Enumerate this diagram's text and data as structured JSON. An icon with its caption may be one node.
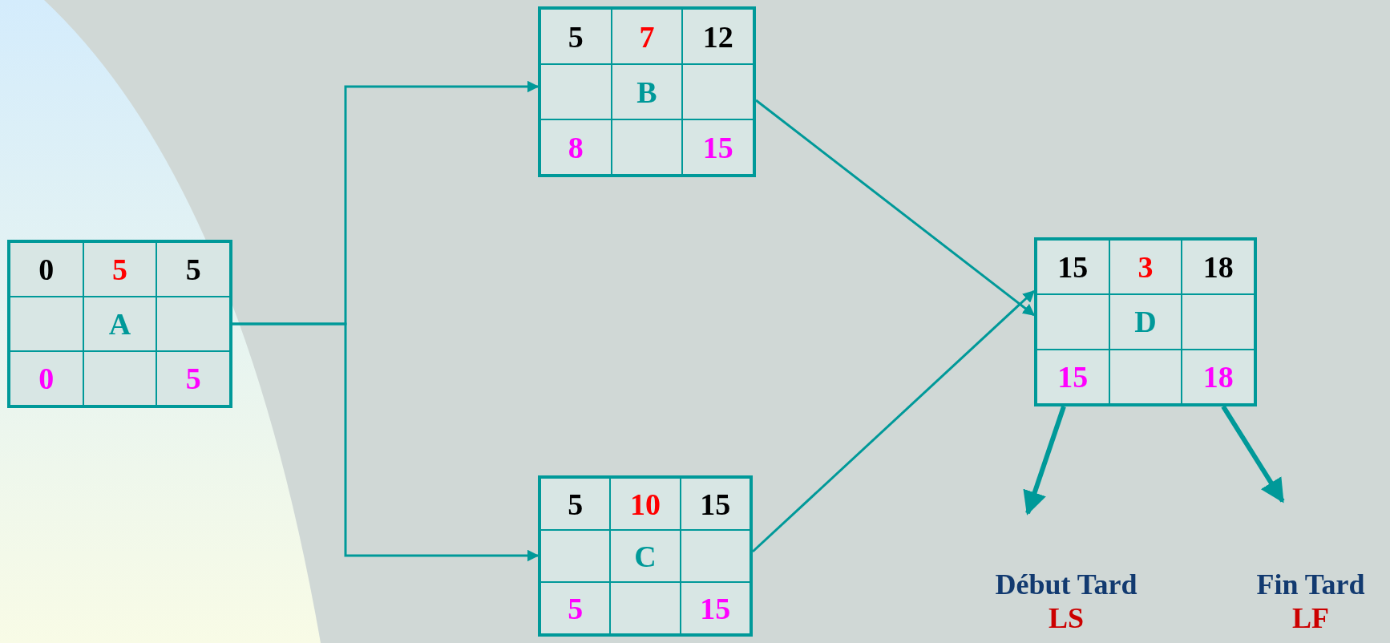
{
  "diagram": {
    "nodes": [
      {
        "text": [
          "0",
          "5",
          "5",
          "A",
          "0",
          "5"
        ]
      },
      {
        "text": [
          "5",
          "7",
          "12",
          "B",
          "8",
          "15"
        ]
      },
      {
        "text": [
          "5",
          "10",
          "15",
          "C",
          "5",
          "15"
        ]
      },
      {
        "text": [
          "15",
          "3",
          "18",
          "D",
          "15",
          "18"
        ]
      },
      {
        "text": [
          "Début Tard",
          "LS"
        ]
      },
      {
        "text": [
          "Fin Tard",
          "LF"
        ]
      }
    ],
    "edges": [
      {
        "from": 0,
        "to": 1,
        "arrow": "to"
      },
      {
        "from": 0,
        "to": 2,
        "arrow": "to"
      },
      {
        "from": 1,
        "to": 3,
        "arrow": "to"
      },
      {
        "from": 2,
        "to": 3,
        "arrow": "to"
      },
      {
        "from": 3,
        "to": 4,
        "arrow": "to",
        "style": "thick"
      },
      {
        "from": 3,
        "to": 5,
        "arrow": "to",
        "style": "thick"
      }
    ]
  }
}
